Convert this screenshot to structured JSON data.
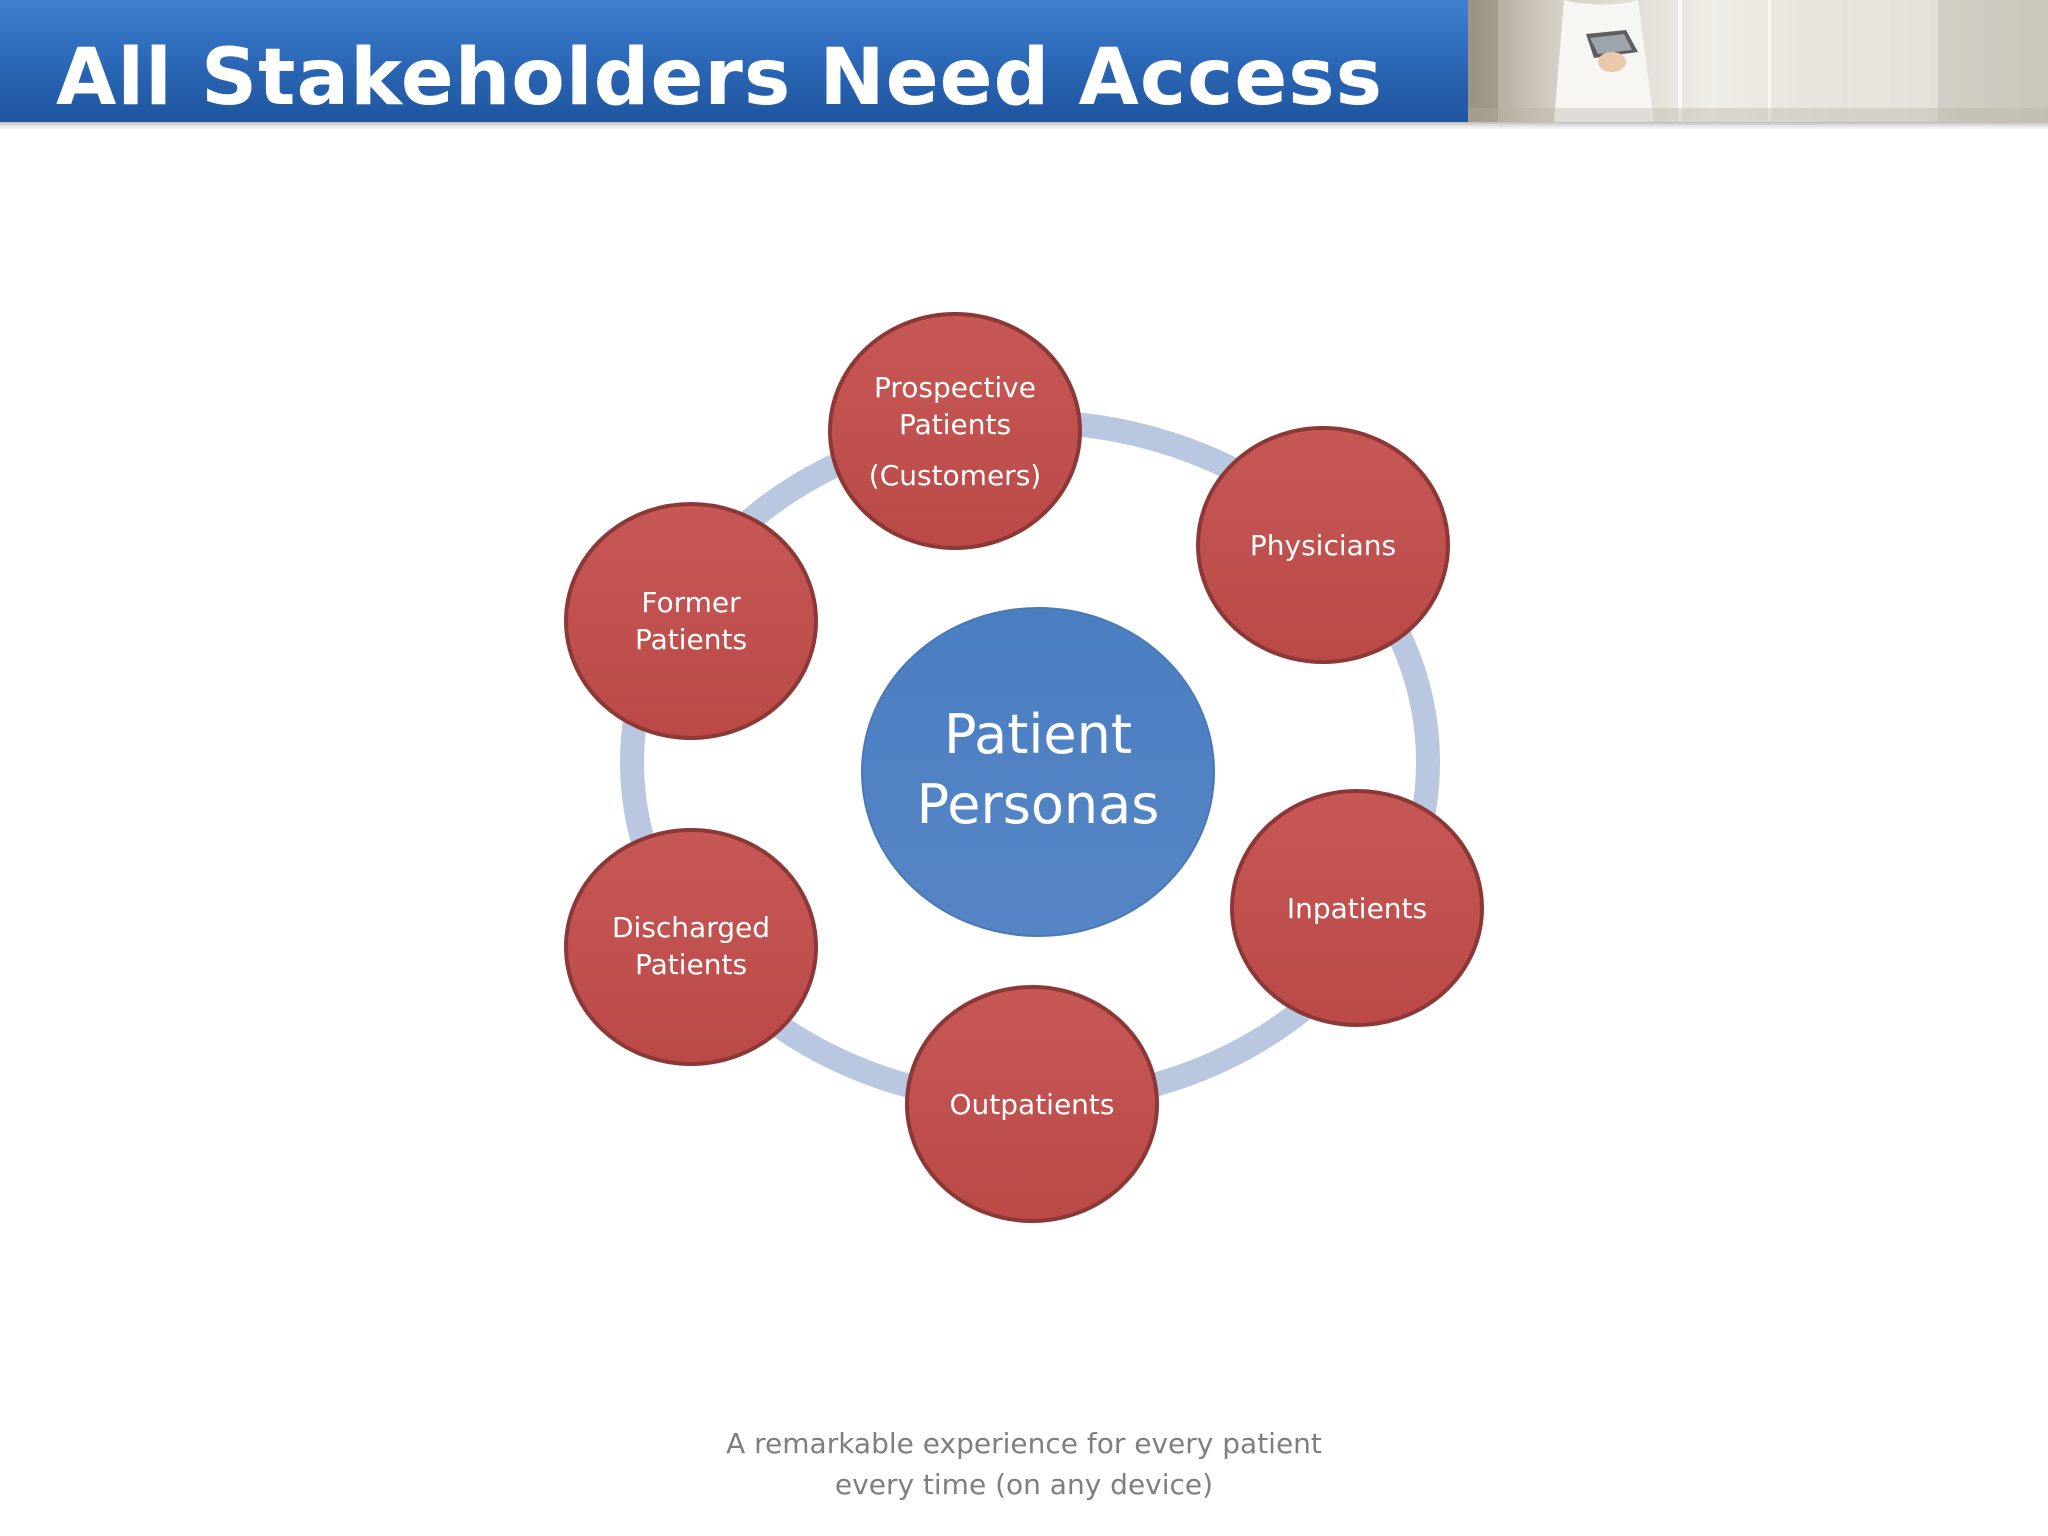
{
  "slide": {
    "title": "All Stakeholders Need Access",
    "footer_line1": "A remarkable experience for every patient",
    "footer_line2": "every time (on any device)"
  },
  "diagram": {
    "center": {
      "line1": "Patient",
      "line2": "Personas"
    },
    "nodes": {
      "prospective": {
        "line1": "Prospective",
        "line2": "Patients",
        "line3": "(Customers)"
      },
      "physicians": {
        "line1": "Physicians"
      },
      "inpatients": {
        "line1": "Inpatients"
      },
      "outpatients": {
        "line1": "Outpatients"
      },
      "discharged": {
        "line1": "Discharged",
        "line2": "Patients"
      },
      "former": {
        "line1": "Former",
        "line2": "Patients"
      }
    }
  },
  "colors": {
    "header_blue": "#2f6fc0",
    "node_red": "#c0504d",
    "node_border": "#8c3836",
    "center_blue": "#4f81bd",
    "ring": "#b9c8e0",
    "footer_text": "#7f7f7f"
  },
  "icons": {
    "header_photo": "doctor-with-tablet-photo"
  }
}
